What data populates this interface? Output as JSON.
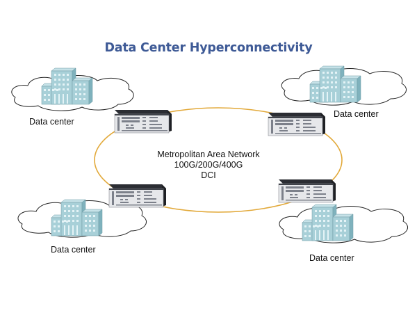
{
  "title": "Data Center Hyperconnectivity",
  "network": {
    "line1": "Metropolitan Area Network",
    "line2": "100G/200G/400G",
    "line3": "DCI"
  },
  "data_centers": [
    {
      "label": "Data center",
      "position": "top-left"
    },
    {
      "label": "Data center",
      "position": "top-right"
    },
    {
      "label": "Data center",
      "position": "bottom-left"
    },
    {
      "label": "Data center",
      "position": "bottom-right"
    }
  ],
  "colors": {
    "title": "#3e5a96",
    "ring": "#e2a93a",
    "building_face": "#a8d0d8",
    "building_side": "#7fb2bd",
    "router_top": "#2b2d33",
    "router_front": "#e6e7ea"
  }
}
